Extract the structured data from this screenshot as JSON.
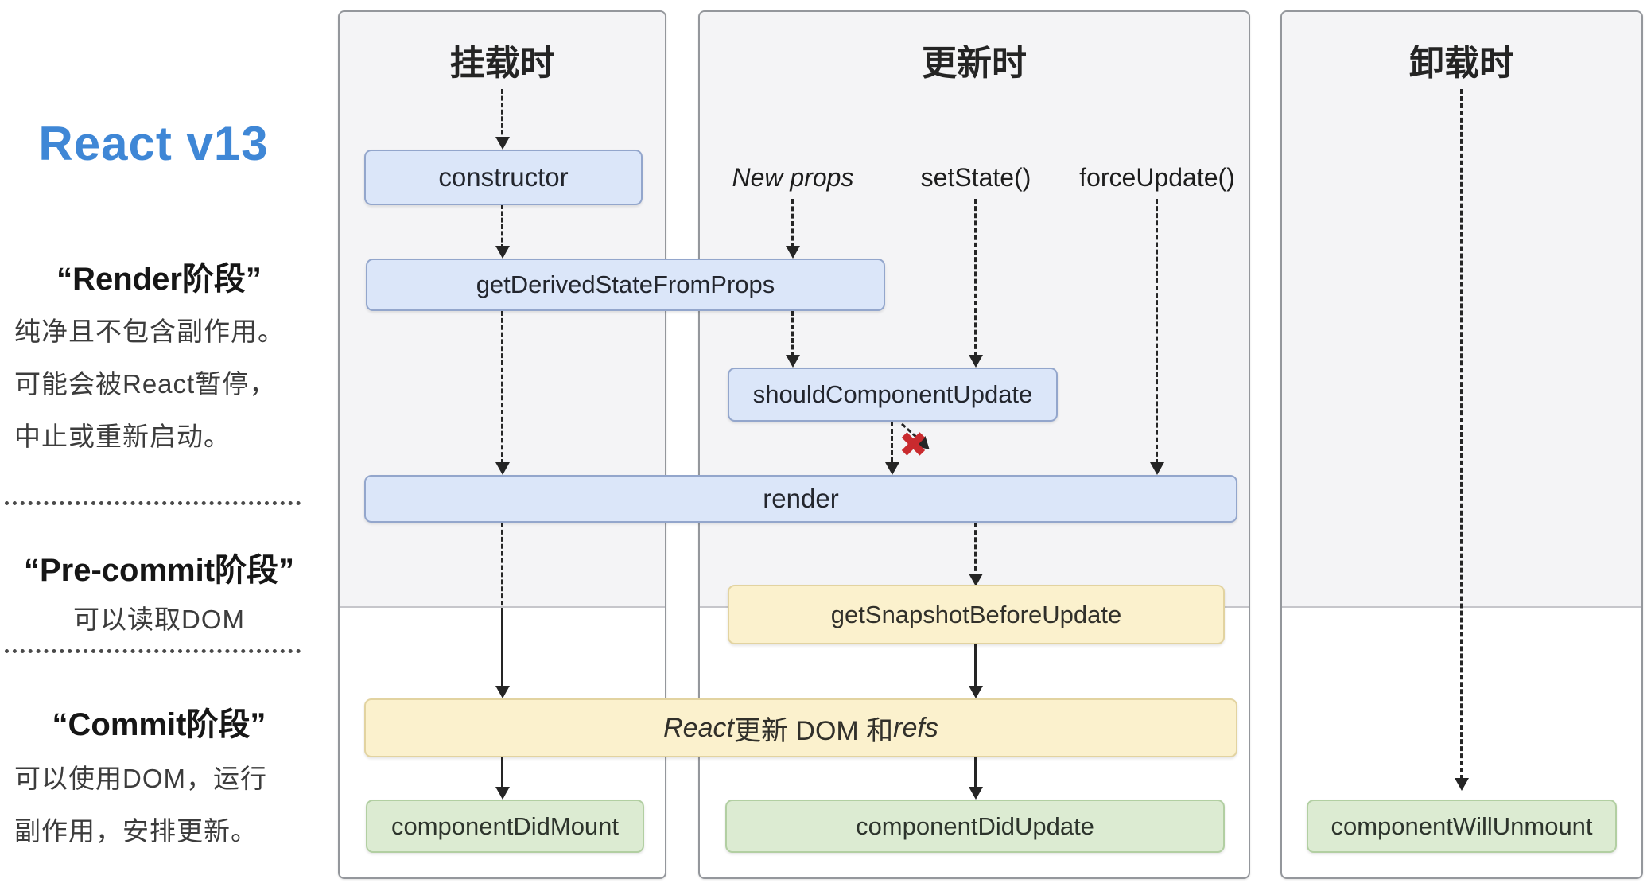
{
  "sidebar": {
    "title": "React v13",
    "sections": [
      {
        "heading": "“Render阶段”",
        "lines": [
          "纯净且不包含副作用。",
          "可能会被React暂停，",
          "中止或重新启动。"
        ]
      },
      {
        "heading": "“Pre-commit阶段”",
        "lines": [
          "可以读取DOM"
        ]
      },
      {
        "heading": "“Commit阶段”",
        "lines": [
          "可以使用DOM，运行",
          "副作用，安排更新。"
        ]
      }
    ]
  },
  "columns": [
    {
      "title": "挂载时"
    },
    {
      "title": "更新时"
    },
    {
      "title": "卸载时"
    }
  ],
  "triggers": {
    "new_props": "New props",
    "set_state": "setState()",
    "force_update": "forceUpdate()"
  },
  "nodes": {
    "constructor": "constructor",
    "get_derived_state_from_props": "getDerivedStateFromProps",
    "should_component_update": "shouldComponentUpdate",
    "render": "render",
    "get_snapshot_before_update": "getSnapshotBeforeUpdate",
    "react_updates_pre": "React",
    "react_updates_mid": "更新 DOM 和 ",
    "react_updates_refs": "refs",
    "component_did_mount": "componentDidMount",
    "component_did_update": "componentDidUpdate",
    "component_will_unmount": "componentWillUnmount"
  },
  "icons": {
    "cancel_x": "✖"
  },
  "colors": {
    "accent": "#3f87d6",
    "blue-fill": "#dbe6f9",
    "blue-border": "#93a6cc",
    "yellow-fill": "#fbf1cd",
    "yellow-border": "#e2d3a0",
    "green-fill": "#dcebd2",
    "green-border": "#b2cfa2",
    "red-x": "#c92a2e",
    "col-bg": "#f4f4f6",
    "col-border": "#94979c"
  }
}
